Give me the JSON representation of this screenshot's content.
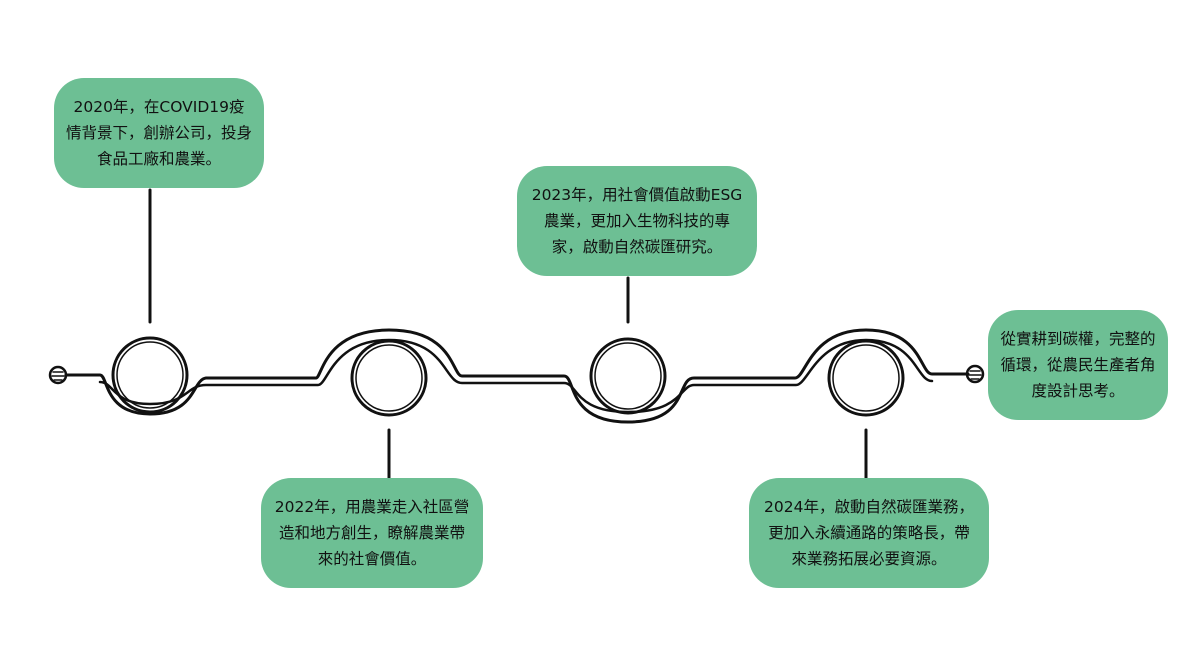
{
  "colors": {
    "card_background": "#6dbf94",
    "line": "#111111",
    "background": "#ffffff"
  },
  "milestones": [
    {
      "text": "2020年，在COVID19疫情背景下，創辦公司，投身食品工廠和農業。",
      "position": "above"
    },
    {
      "text": "2022年，用農業走入社區營造和地方創生，瞭解農業帶來的社會價值。",
      "position": "below"
    },
    {
      "text": "2023年，用社會價值啟動ESG農業，更加入生物科技的專家，啟動自然碳匯研究。",
      "position": "above"
    },
    {
      "text": "2024年，啟動自然碳匯業務，更加入永續通路的策略長，帶來業務拓展必要資源。",
      "position": "below"
    },
    {
      "text": "從實耕到碳權，完整的循環，從農民生產者角度設計思考。",
      "position": "end"
    }
  ]
}
